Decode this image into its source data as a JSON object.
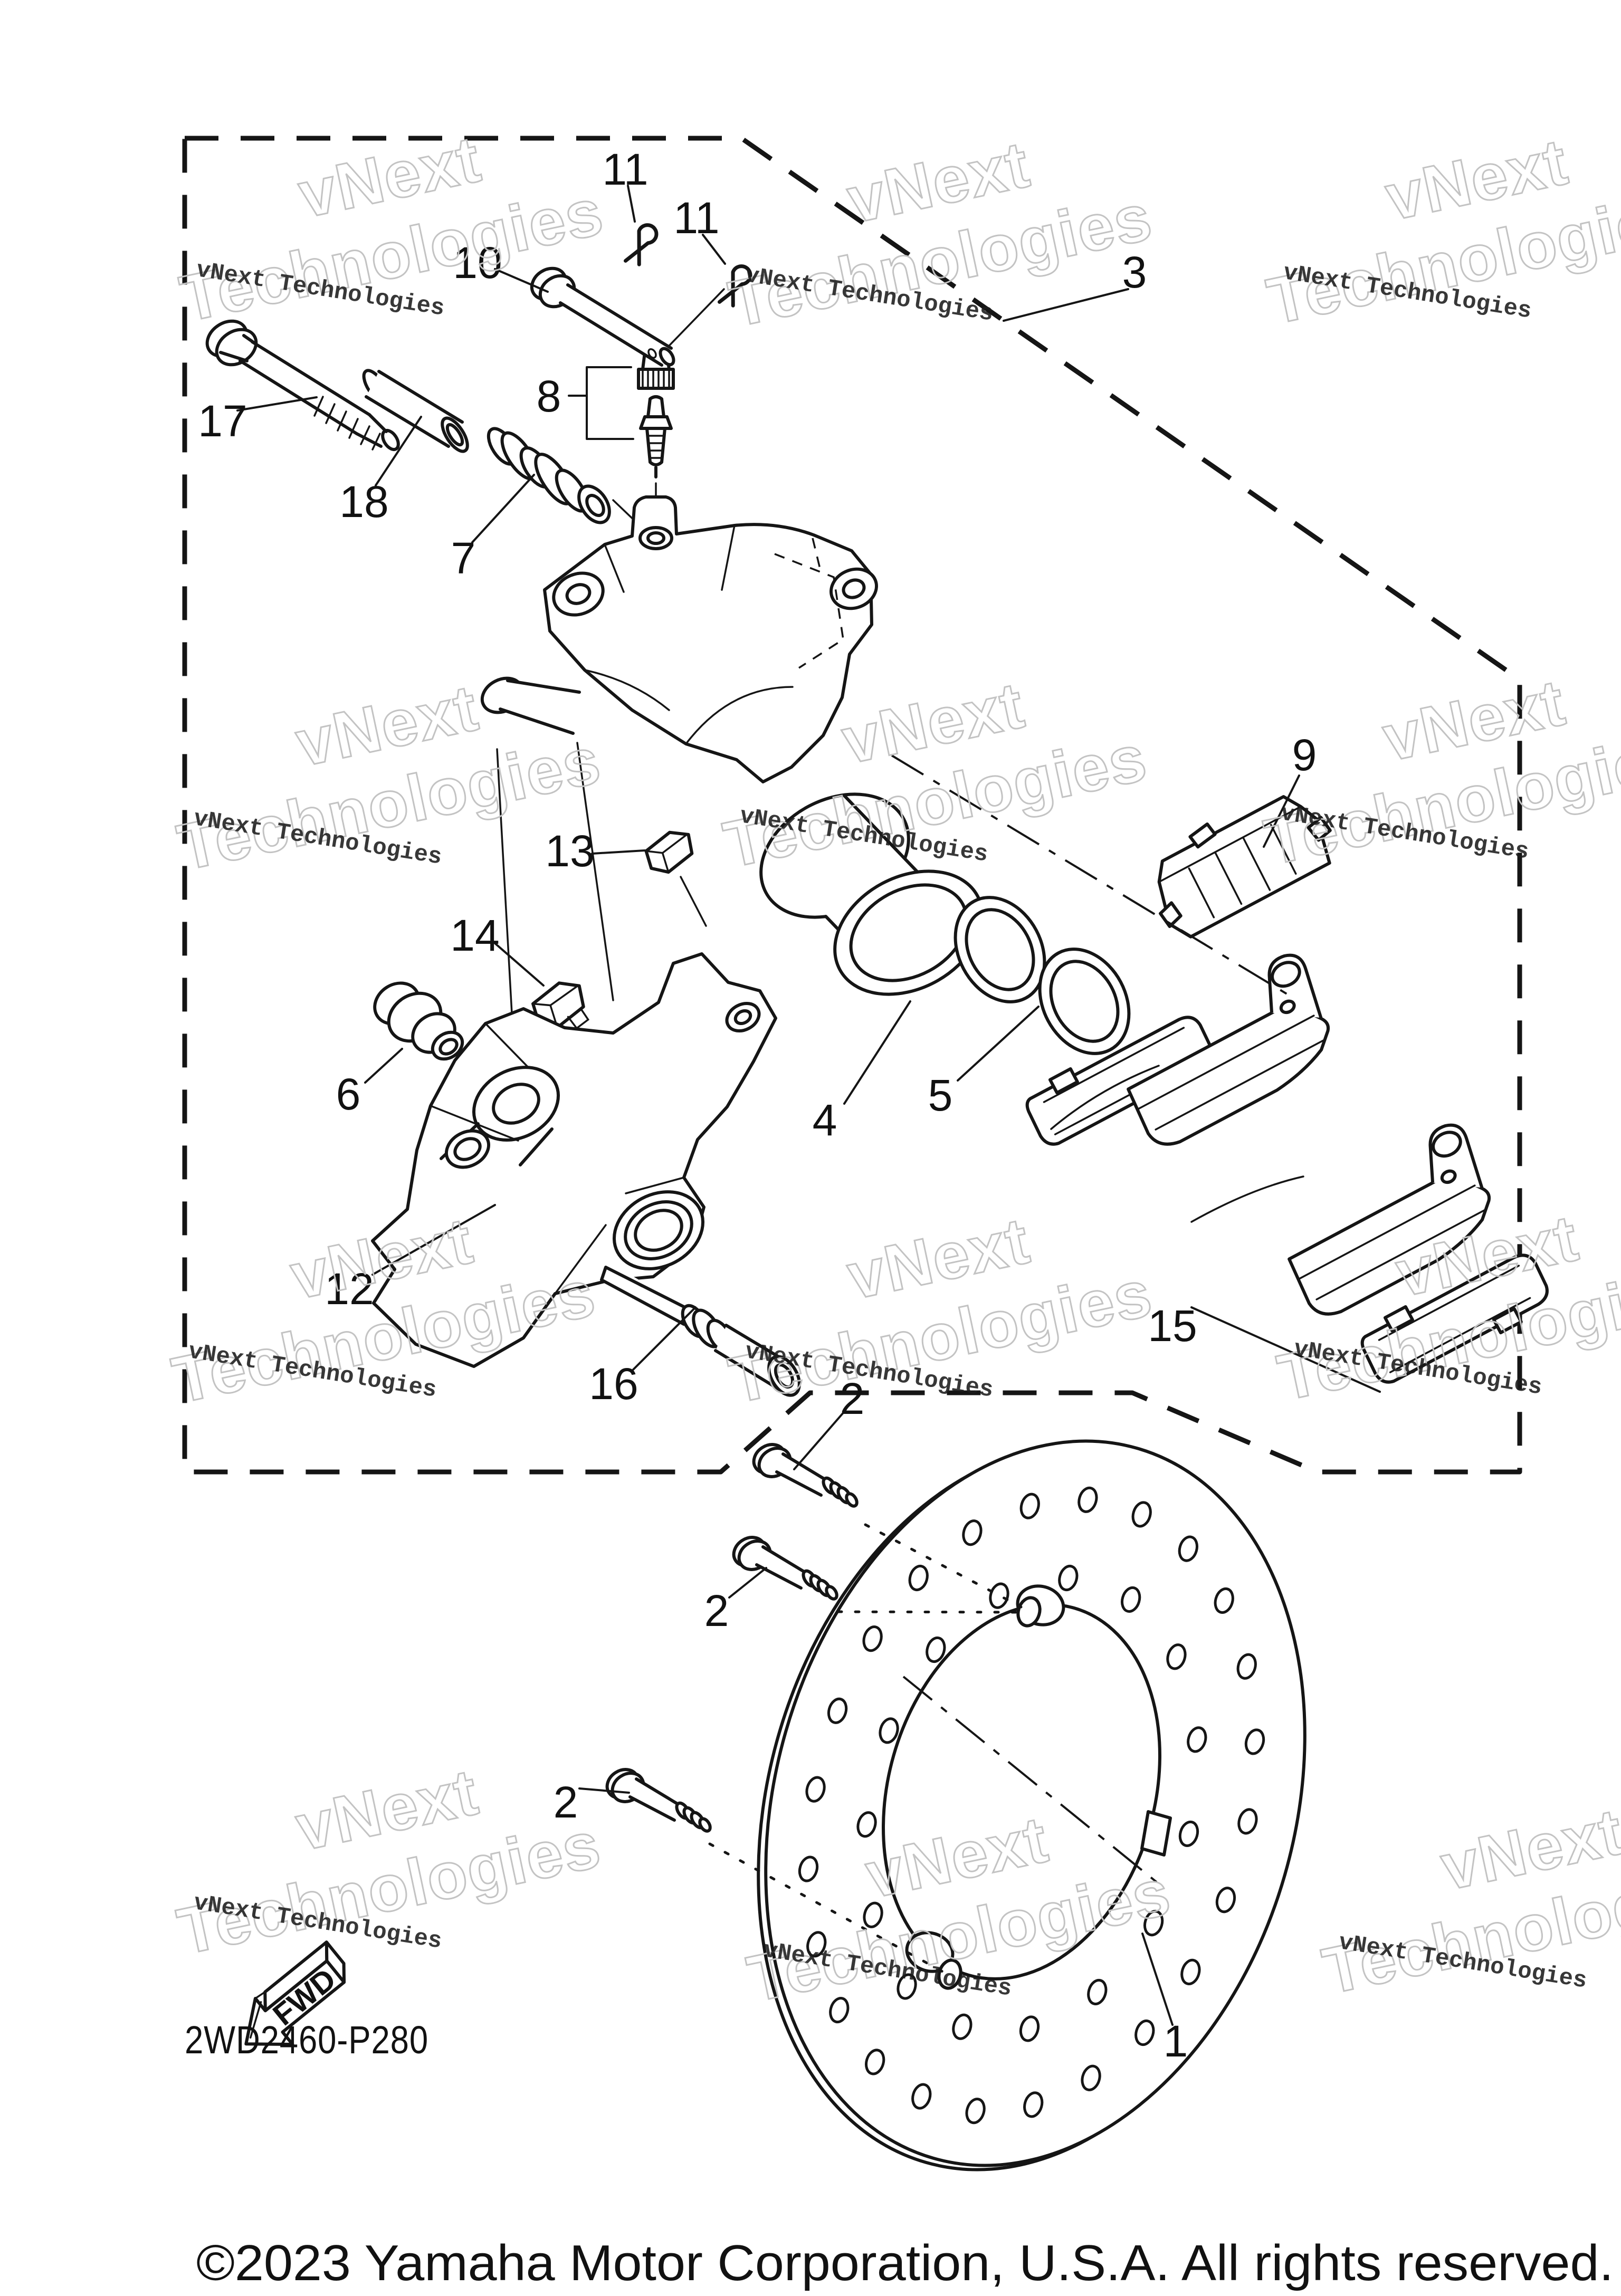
{
  "diagram": {
    "code": "2WD2460-P280",
    "fwd_label": "FWD",
    "copyright": "©2023 Yamaha Motor Corporation, U.S.A. All rights reserved.",
    "watermark": {
      "small": "vNext Technologies",
      "line1": "vNext",
      "line2": "Technologies"
    },
    "labels": {
      "l1": "1",
      "l2a": "2",
      "l2b": "2",
      "l2c": "2",
      "l3": "3",
      "l4": "4",
      "l5": "5",
      "l6": "6",
      "l7": "7",
      "l8": "8",
      "l9": "9",
      "l10": "10",
      "l11a": "11",
      "l11b": "11",
      "l12": "12",
      "l13": "13",
      "l14": "14",
      "l15": "15",
      "l16": "16",
      "l17": "17",
      "l18": "18"
    }
  }
}
